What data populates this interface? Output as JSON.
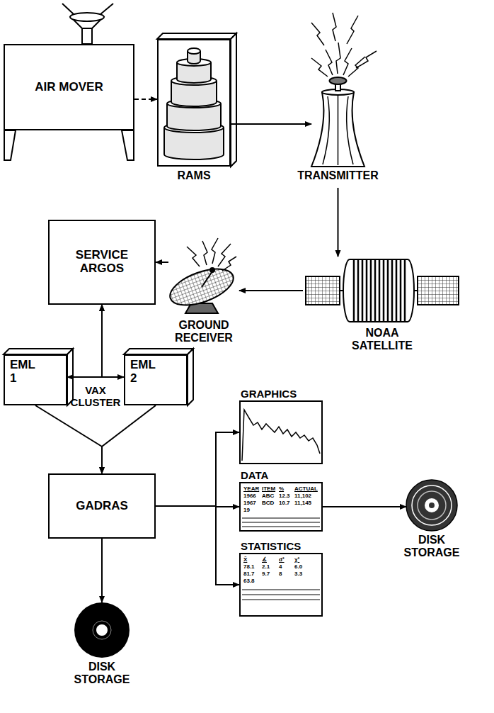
{
  "diagram": {
    "nodes": [
      {
        "text": [
          "AIR MOVER"
        ]
      },
      {
        "text": [
          "RAMS"
        ]
      },
      {
        "text": [
          "TRANSMITTER"
        ]
      },
      {
        "text": [
          "SERVICE ARGOS"
        ]
      },
      {
        "text": [
          "GROUND RECEIVER"
        ]
      },
      {
        "text": [
          "NOAA SATELLITE"
        ]
      },
      {
        "text": [
          "EML 1"
        ]
      },
      {
        "text": [
          "EML 2"
        ]
      },
      {
        "text": [
          "GADRAS"
        ]
      },
      {
        "text": [
          "GRAPHICS"
        ]
      },
      {
        "text": [
          "DATA",
          "YEAR",
          "ITEM",
          "%",
          "ACTUAL",
          "1966",
          "ABC",
          "12.3",
          "11,102",
          "1967",
          "BCD",
          "10.7",
          "11,145",
          "19"
        ]
      },
      {
        "text": [
          "DISK STORAGE"
        ]
      },
      {
        "text": [
          "STATISTICS",
          "X̄",
          "∡",
          "d²",
          "χ²",
          "78.1",
          "2.1",
          "4",
          "6.0",
          "81.7",
          "9.7",
          "8",
          "3.3",
          "63.8"
        ]
      },
      {
        "text": [
          "DISK STORAGE"
        ]
      }
    ],
    "edges": [
      {
        "from": 0,
        "to": 1,
        "arrow": "to"
      },
      {
        "from": 1,
        "to": 2,
        "arrow": "to"
      },
      {
        "from": 2,
        "to": 5,
        "arrow": "to"
      },
      {
        "from": 5,
        "to": 4,
        "arrow": "to"
      },
      {
        "from": 4,
        "to": 3,
        "arrow": "to"
      },
      {
        "from": 3,
        "to": 6,
        "arrow": "both"
      },
      {
        "from": 3,
        "to": 7,
        "arrow": "both"
      },
      {
        "from": 6,
        "to": 8,
        "arrow": "to"
      },
      {
        "from": 7,
        "to": 8,
        "arrow": "to"
      },
      {
        "from": 8,
        "to": 9,
        "arrow": "to"
      },
      {
        "from": 8,
        "to": 10,
        "arrow": "to"
      },
      {
        "from": 8,
        "to": 12,
        "arrow": "to"
      },
      {
        "from": 8,
        "to": 13,
        "arrow": "to"
      },
      {
        "from": 10,
        "to": 11,
        "arrow": "to"
      }
    ],
    "labels": [
      "VAX CLUSTER"
    ]
  }
}
